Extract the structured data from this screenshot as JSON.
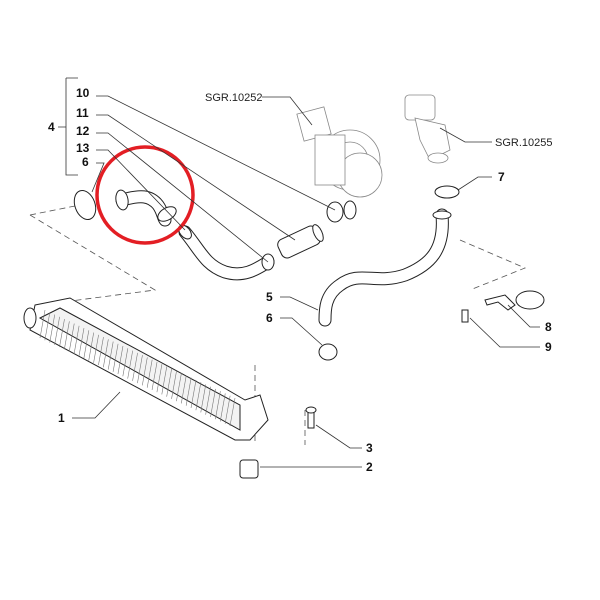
{
  "diagram": {
    "labels": {
      "p10": "10",
      "p11": "11",
      "p12": "12",
      "p13": "13",
      "p6a": "6",
      "p4": "4",
      "p7": "7",
      "p5": "5",
      "p6b": "6",
      "p8": "8",
      "p9": "9",
      "p1": "1",
      "p3": "3",
      "p2": "2"
    },
    "references": {
      "turbo": "SGR.10252",
      "thermostat": "SGR.10255"
    },
    "highlight_color": "#e31e24"
  }
}
